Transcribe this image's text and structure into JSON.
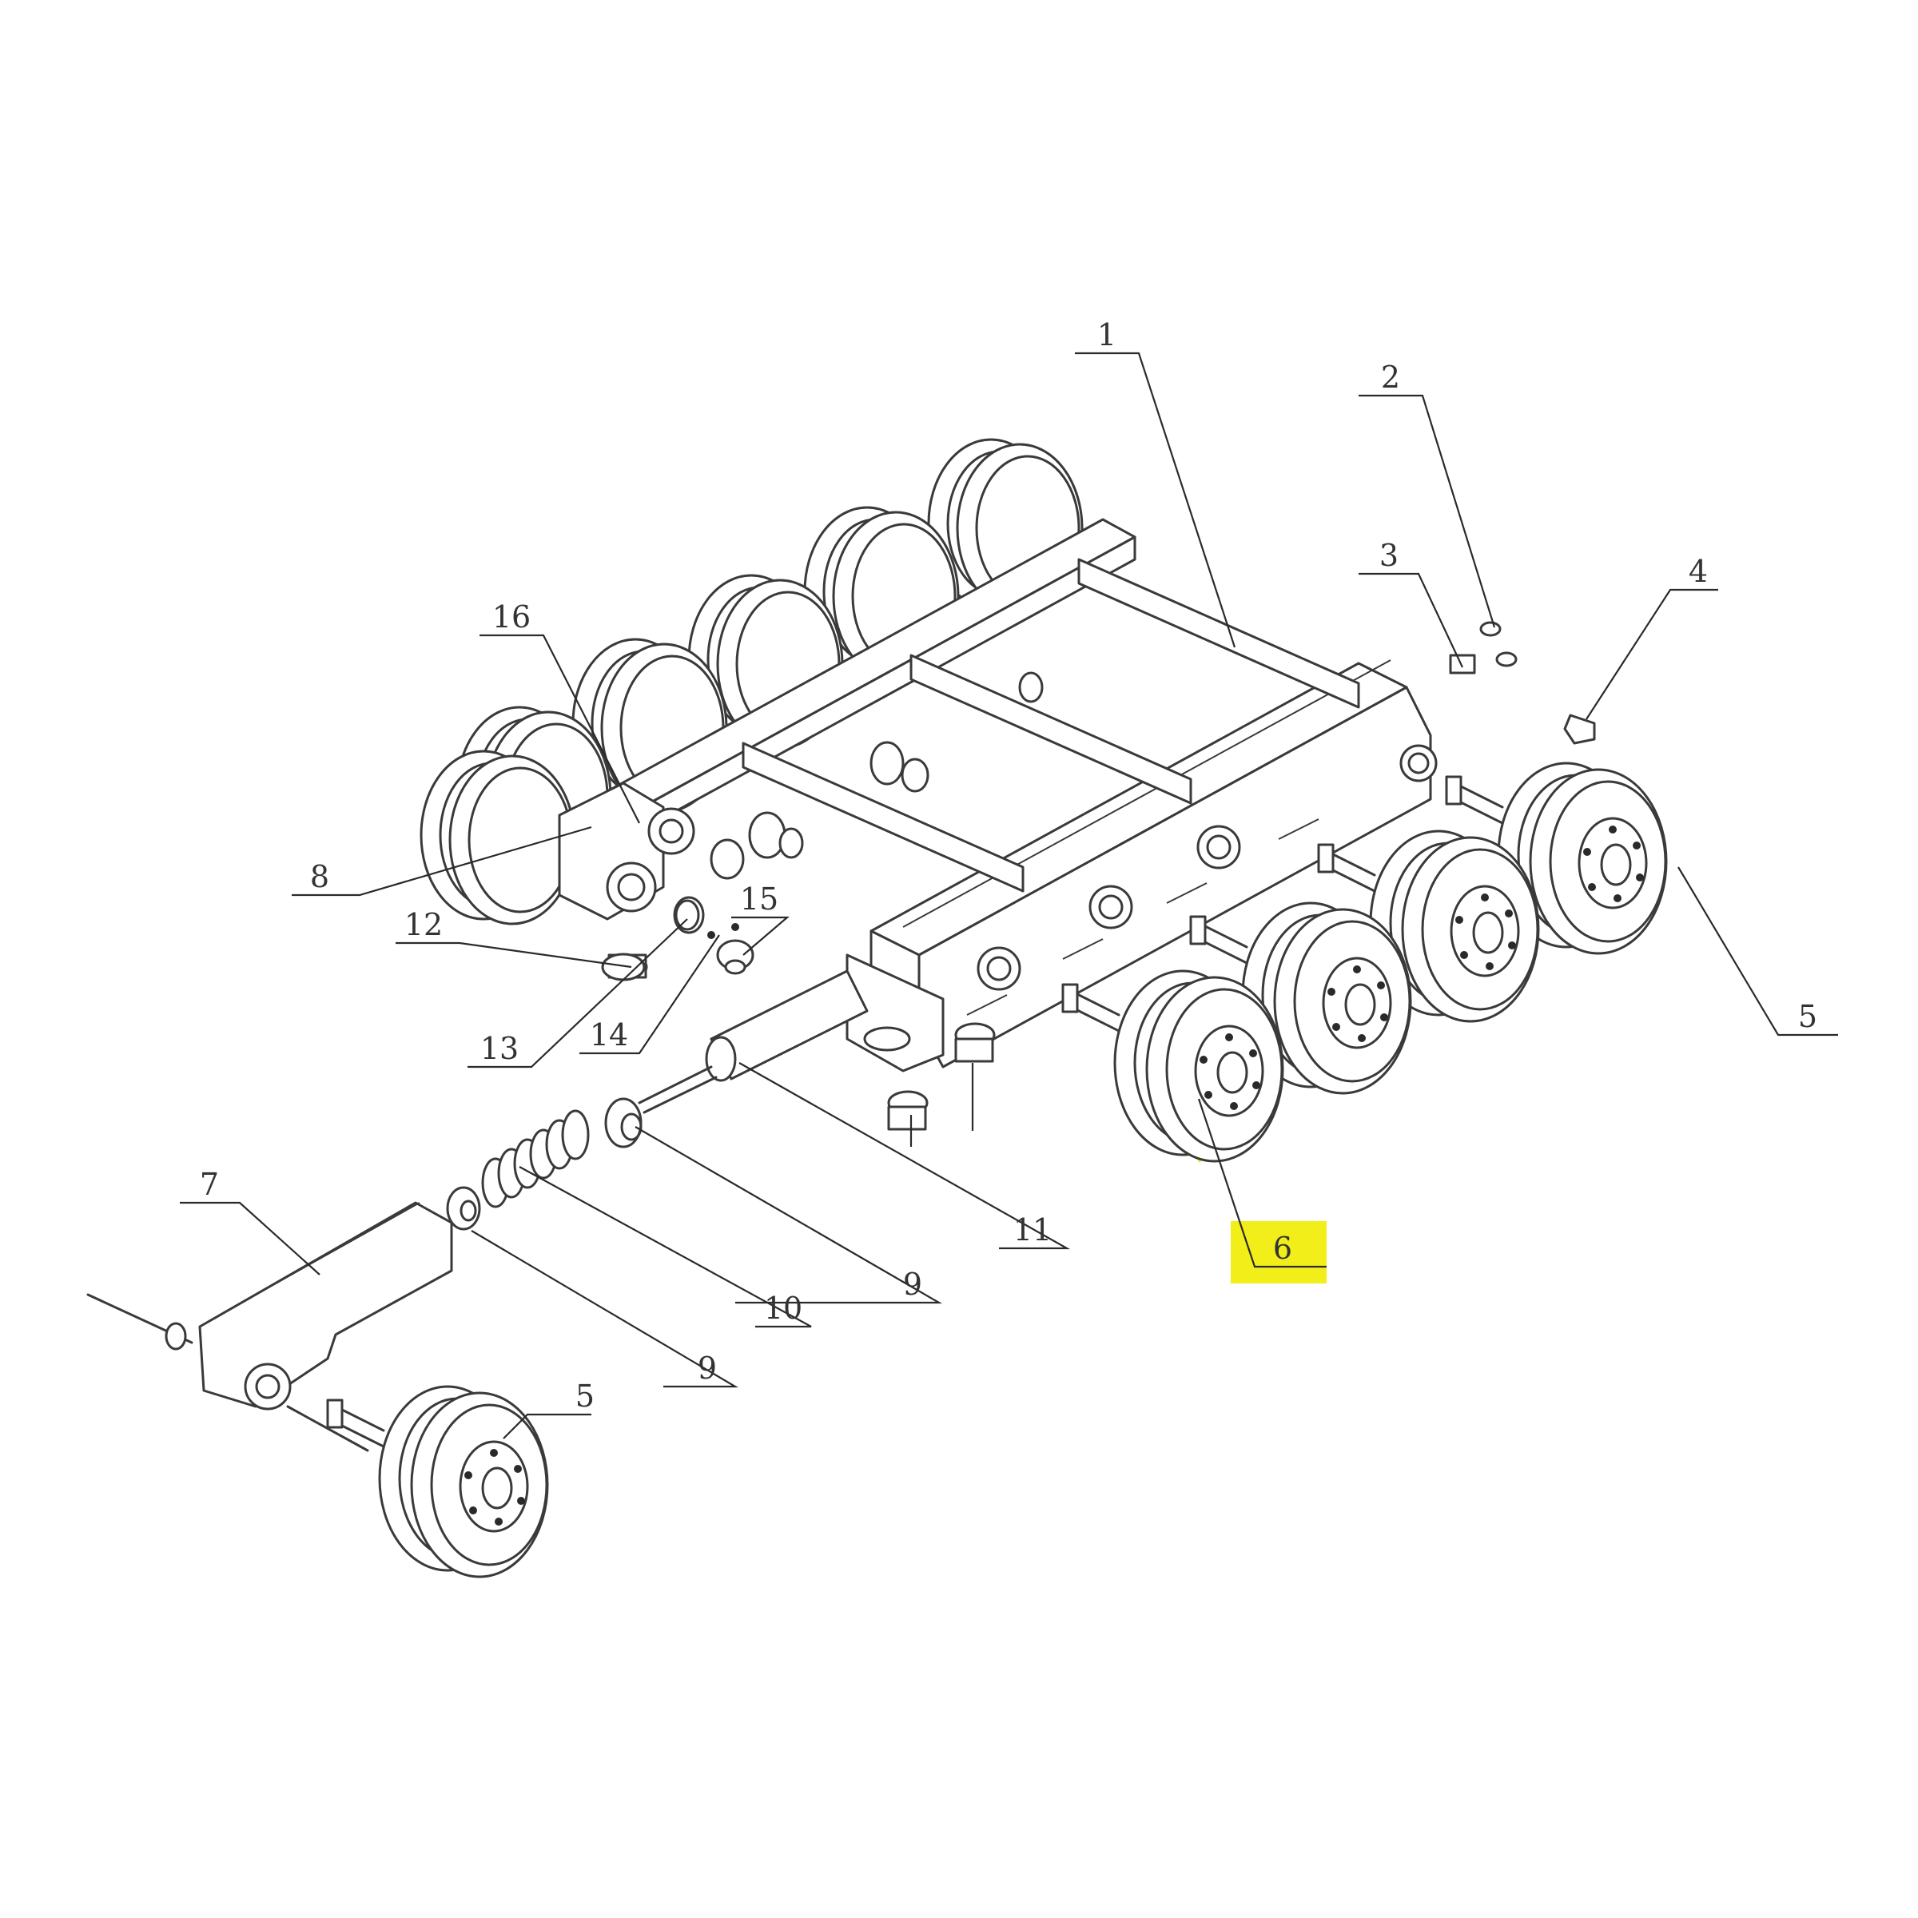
{
  "callouts": [
    {
      "id": "c1",
      "number": "1"
    },
    {
      "id": "c2",
      "number": "2"
    },
    {
      "id": "c3",
      "number": "3"
    },
    {
      "id": "c4",
      "number": "4"
    },
    {
      "id": "c5a",
      "number": "5"
    },
    {
      "id": "c5b",
      "number": "5"
    },
    {
      "id": "c6",
      "number": "6"
    },
    {
      "id": "c7",
      "number": "7"
    },
    {
      "id": "c8",
      "number": "8"
    },
    {
      "id": "c9a",
      "number": "9"
    },
    {
      "id": "c9b",
      "number": "9"
    },
    {
      "id": "c10",
      "number": "10"
    },
    {
      "id": "c11",
      "number": "11"
    },
    {
      "id": "c12",
      "number": "12"
    },
    {
      "id": "c13",
      "number": "13"
    },
    {
      "id": "c14",
      "number": "14"
    },
    {
      "id": "c15",
      "number": "15"
    },
    {
      "id": "c16",
      "number": "16"
    }
  ],
  "highlight": {
    "callout": "6",
    "color": "#f2ee1a"
  },
  "line_color": "#3a3a3a"
}
